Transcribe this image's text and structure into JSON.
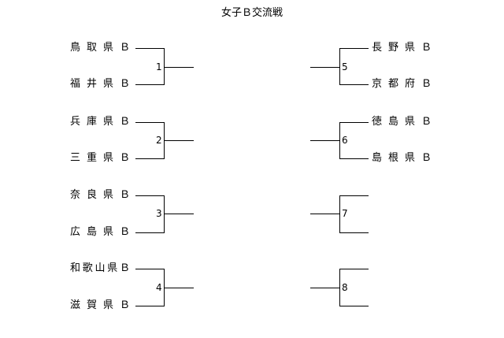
{
  "title": "女子Ｂ交流戦",
  "left_matches": [
    {
      "number": "1",
      "teams": [
        "鳥 取 県 Ｂ",
        "福 井 県 Ｂ"
      ]
    },
    {
      "number": "2",
      "teams": [
        "兵 庫 県 Ｂ",
        "三 重 県 Ｂ"
      ]
    },
    {
      "number": "3",
      "teams": [
        "奈 良 県 Ｂ",
        "広 島 県 Ｂ"
      ]
    },
    {
      "number": "4",
      "teams": [
        "和歌山県Ｂ",
        "滋 賀 県 Ｂ"
      ]
    }
  ],
  "right_matches": [
    {
      "number": "5",
      "teams": [
        "長 野 県 Ｂ",
        "京 都 府 Ｂ"
      ]
    },
    {
      "number": "6",
      "teams": [
        "徳 島 県 Ｂ",
        "島 根 県 Ｂ"
      ]
    },
    {
      "number": "7",
      "teams": [
        "",
        ""
      ]
    },
    {
      "number": "8",
      "teams": [
        "",
        ""
      ]
    }
  ]
}
